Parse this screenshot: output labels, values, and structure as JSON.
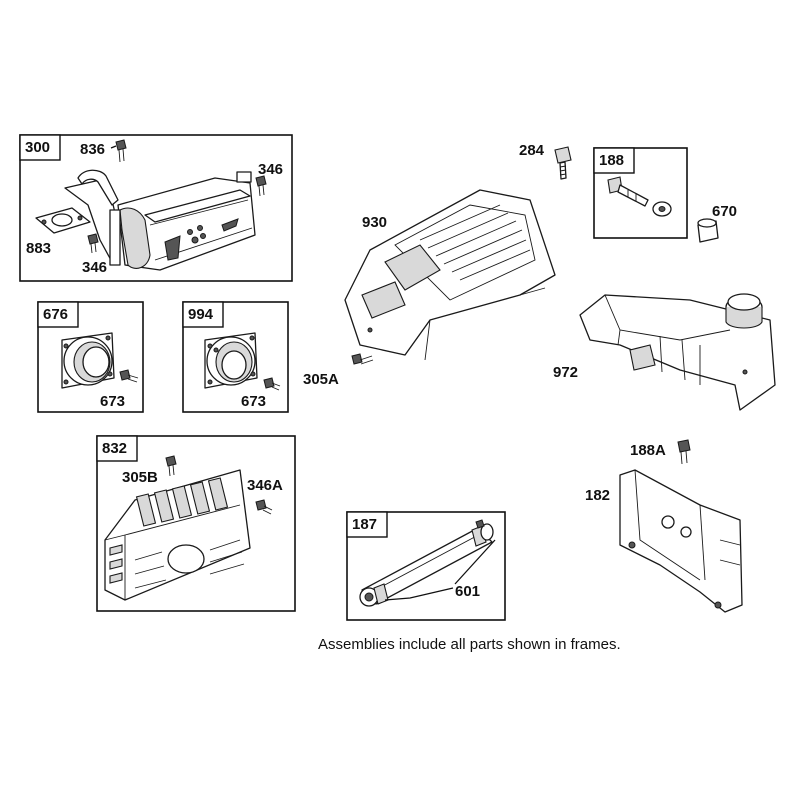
{
  "assemblies": [
    {
      "id": "300"
    },
    {
      "id": "676"
    },
    {
      "id": "994"
    },
    {
      "id": "832"
    },
    {
      "id": "188"
    },
    {
      "id": "187"
    }
  ],
  "callouts": {
    "c836": "836",
    "c346a_top": "346",
    "c883": "883",
    "c346b": "346",
    "c673_left": "673",
    "c673_right": "673",
    "c305b": "305B",
    "c346A": "346A",
    "c284": "284",
    "c930": "930",
    "c670": "670",
    "c305A": "305A",
    "c972": "972",
    "c188A": "188A",
    "c182": "182",
    "c601": "601"
  },
  "note": "Assemblies include all parts shown in frames."
}
